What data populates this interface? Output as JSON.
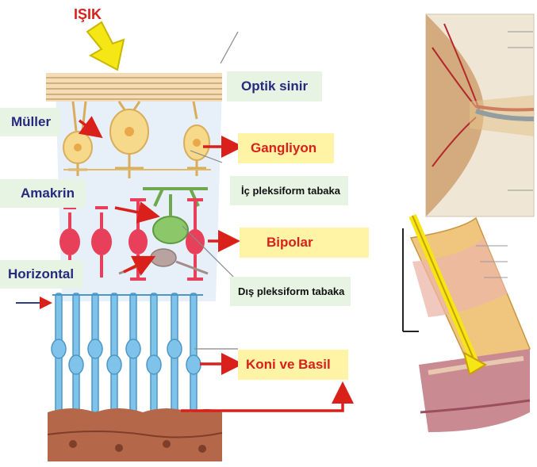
{
  "labels": {
    "light": "IŞIK",
    "optic_nerve": "Optik sinir",
    "muller": "Müller",
    "ganglion": "Gangliyon",
    "amacrine": "Amakrin",
    "inner_plexiform": "İç pleksiform tabaka",
    "bipolar": "Bipolar",
    "horizontal": "Horizontal",
    "outer_plexiform": "Dış pleksiform tabaka",
    "cone_rod": "Koni ve Basil"
  },
  "colors": {
    "red_label": "#d9201b",
    "navy_label": "#262a7e",
    "green_box": "#e7f3e3",
    "yellow_box": "#fff3a6",
    "arrow_yellow": "#f5e616",
    "ganglion_cell": "#f6d98a",
    "bipolar_cell": "#e8405a",
    "amacrine_cell": "#8cc76a",
    "photoreceptor": "#7fc3ea",
    "epithelium": "#b5674a"
  }
}
